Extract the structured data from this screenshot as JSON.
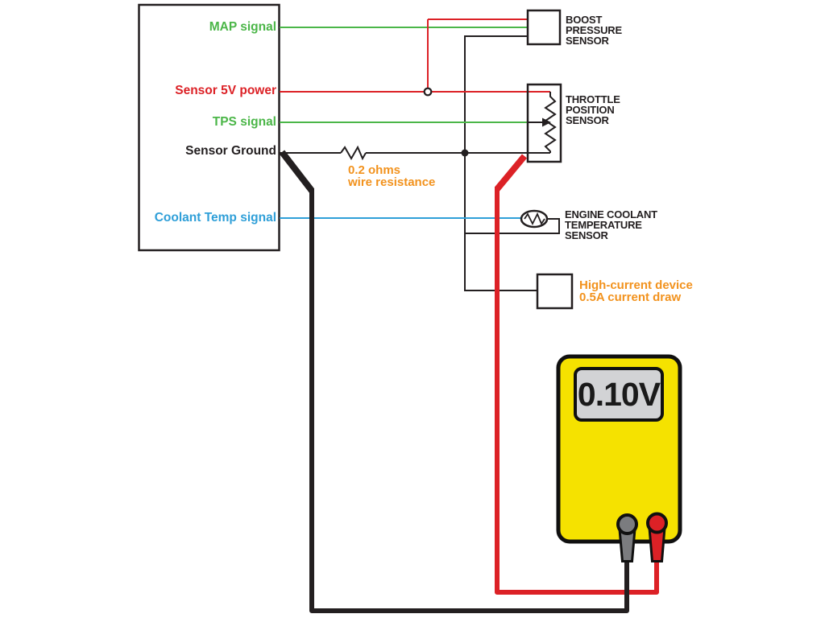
{
  "colors": {
    "green": "#4bb648",
    "red": "#dc2126",
    "blue": "#2f9fd8",
    "orange": "#f2921d",
    "black": "#231f20",
    "meter_yellow": "#f5e200",
    "display_gray": "#d2d3d5",
    "probe_gray": "#7b7c7f"
  },
  "ecu": {
    "pins": [
      {
        "label": "MAP signal"
      },
      {
        "label": "Sensor 5V power"
      },
      {
        "label": "TPS signal"
      },
      {
        "label": "Sensor Ground"
      },
      {
        "label": "Coolant Temp signal"
      }
    ]
  },
  "sensors": {
    "boost": {
      "lines": [
        "BOOST",
        "PRESSURE",
        "SENSOR"
      ]
    },
    "tps": {
      "lines": [
        "THROTTLE",
        "POSITION",
        "SENSOR"
      ]
    },
    "ect": {
      "lines": [
        "ENGINE COOLANT",
        "TEMPERATURE",
        "SENSOR"
      ]
    }
  },
  "annotations": {
    "wire_resistance": {
      "lines": [
        "0.2 ohms",
        "wire resistance"
      ]
    },
    "high_current": {
      "lines": [
        "High-current device",
        "0.5A current draw"
      ]
    }
  },
  "multimeter": {
    "reading": "0.10V"
  }
}
